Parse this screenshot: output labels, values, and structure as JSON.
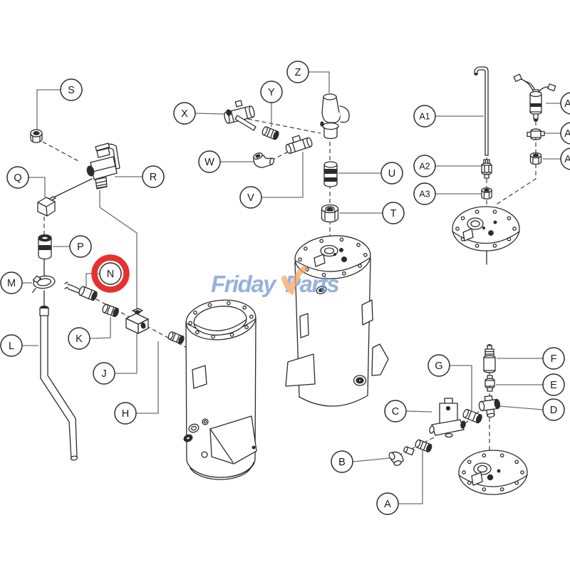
{
  "page": {
    "background": "#ffffff"
  },
  "watermark": {
    "text_left": "Friday",
    "text_right": "Parts",
    "check_icon": "check-swoosh",
    "blue": "#6e95d0",
    "orange": "#f0a35e"
  },
  "highlight": {
    "label": "N",
    "ring_color": "#e5312f"
  },
  "callouts": [
    {
      "label": "S"
    },
    {
      "label": "Q"
    },
    {
      "label": "R"
    },
    {
      "label": "P"
    },
    {
      "label": "M"
    },
    {
      "label": "N"
    },
    {
      "label": "K"
    },
    {
      "label": "L"
    },
    {
      "label": "J"
    },
    {
      "label": "H"
    },
    {
      "label": "X"
    },
    {
      "label": "Y"
    },
    {
      "label": "W"
    },
    {
      "label": "V"
    },
    {
      "label": "Z"
    },
    {
      "label": "U"
    },
    {
      "label": "T"
    },
    {
      "label": "A1"
    },
    {
      "label": "A2"
    },
    {
      "label": "A3"
    },
    {
      "label": "G"
    },
    {
      "label": "C"
    },
    {
      "label": "B"
    },
    {
      "label": "A"
    },
    {
      "label": "F"
    },
    {
      "label": "E"
    },
    {
      "label": "D"
    },
    {
      "label": "A"
    },
    {
      "label": "A"
    },
    {
      "label": "A"
    }
  ]
}
